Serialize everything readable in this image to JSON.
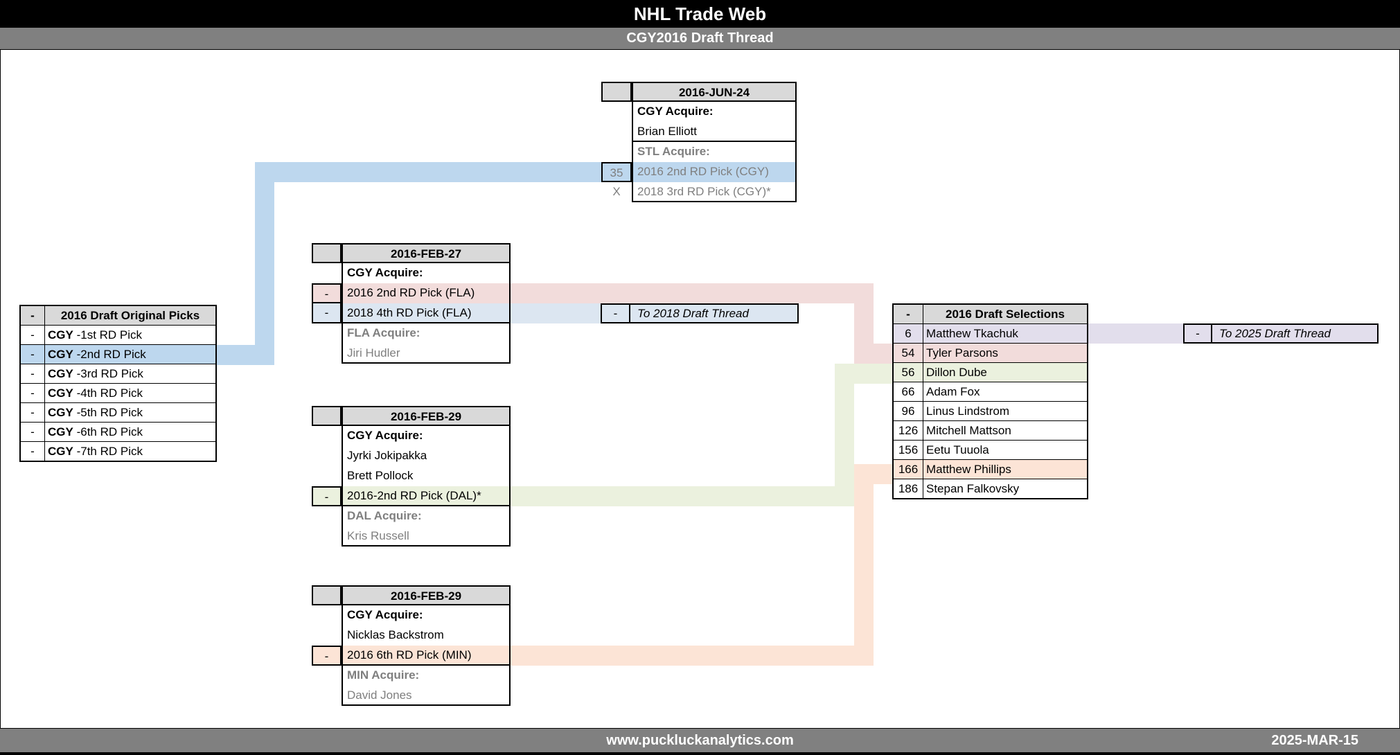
{
  "header": {
    "title": "NHL Trade Web",
    "subtitle": "CGY2016 Draft Thread"
  },
  "footer": {
    "site": "www.puckluckanalytics.com",
    "date": "2025-MAR-15"
  },
  "colors": {
    "bar_black": "#000000",
    "bar_gray": "#808080",
    "table_header_gray": "#D9D9D9",
    "muted_text_gray": "#7F7F7F",
    "highlight_blue": "#BDD7EE",
    "highlight_light_blue": "#DCE6F1",
    "highlight_pink": "#F2DCDB",
    "highlight_green": "#EBF1DE",
    "highlight_orange": "#FCE4D6",
    "highlight_lavender": "#E2DEEC"
  },
  "original_picks": {
    "dash": "-",
    "title": "2016 Draft Original Picks",
    "rows": [
      {
        "dash": "-",
        "team": "CGY",
        "label": "-1st RD Pick",
        "highlight": null
      },
      {
        "dash": "-",
        "team": "CGY",
        "label": "-2nd RD Pick",
        "highlight": "blue"
      },
      {
        "dash": "-",
        "team": "CGY",
        "label": "-3rd RD Pick",
        "highlight": null
      },
      {
        "dash": "-",
        "team": "CGY",
        "label": "-4th RD Pick",
        "highlight": null
      },
      {
        "dash": "-",
        "team": "CGY",
        "label": "-5th RD Pick",
        "highlight": null
      },
      {
        "dash": "-",
        "team": "CGY",
        "label": "-6th RD Pick",
        "highlight": null
      },
      {
        "dash": "-",
        "team": "CGY",
        "label": "-7th RD Pick",
        "highlight": null
      }
    ]
  },
  "trades": {
    "jun24": {
      "date": "2016-JUN-24",
      "acquire_label": "CGY Acquire:",
      "players": [
        "Brian Elliott"
      ],
      "other_label": "STL Acquire:",
      "picks": [
        {
          "num": "35",
          "text": "2016 2nd RD Pick (CGY)",
          "highlight": "blue"
        },
        {
          "num": "X",
          "text": "2018 3rd RD Pick (CGY)*",
          "highlight": null
        }
      ]
    },
    "feb27": {
      "date": "2016-FEB-27",
      "acquire_label": "CGY Acquire:",
      "picks": [
        {
          "dash": "-",
          "text": "2016 2nd RD Pick (FLA)",
          "highlight": "pink"
        },
        {
          "dash": "-",
          "text": "2018 4th RD Pick (FLA)",
          "highlight": "light_blue"
        }
      ],
      "other_label": "FLA Acquire:",
      "other_players": [
        "Jiri Hudler"
      ]
    },
    "feb29_dal": {
      "date": "2016-FEB-29",
      "acquire_label": "CGY Acquire:",
      "players": [
        "Jyrki Jokipakka",
        "Brett Pollock"
      ],
      "picks": [
        {
          "dash": "-",
          "text": "2016-2nd RD Pick (DAL)*",
          "highlight": "green"
        }
      ],
      "other_label": "DAL Acquire:",
      "other_players": [
        "Kris Russell"
      ]
    },
    "feb29_min": {
      "date": "2016-FEB-29",
      "acquire_label": "CGY Acquire:",
      "players": [
        "Nicklas Backstrom"
      ],
      "picks": [
        {
          "dash": "-",
          "text": "2016 6th RD Pick (MIN)",
          "highlight": "orange"
        }
      ],
      "other_label": "MIN Acquire:",
      "other_players": [
        "David Jones"
      ]
    }
  },
  "selections": {
    "dash": "-",
    "title": "2016 Draft Selections",
    "rows": [
      {
        "num": "6",
        "name": "Matthew Tkachuk",
        "highlight": "lavender"
      },
      {
        "num": "54",
        "name": "Tyler Parsons",
        "highlight": "pink"
      },
      {
        "num": "56",
        "name": "Dillon Dube",
        "highlight": "green"
      },
      {
        "num": "66",
        "name": "Adam Fox",
        "highlight": null
      },
      {
        "num": "96",
        "name": "Linus Lindstrom",
        "highlight": null
      },
      {
        "num": "126",
        "name": "Mitchell Mattson",
        "highlight": null
      },
      {
        "num": "156",
        "name": "Eetu Tuuola",
        "highlight": null
      },
      {
        "num": "166",
        "name": "Matthew Phillips",
        "highlight": "orange"
      },
      {
        "num": "186",
        "name": "Stepan Falkovsky",
        "highlight": null
      }
    ]
  },
  "threads": {
    "to2018": {
      "dash": "-",
      "label": "To 2018 Draft Thread"
    },
    "to2025": {
      "dash": "-",
      "label": "To 2025 Draft Thread"
    }
  }
}
